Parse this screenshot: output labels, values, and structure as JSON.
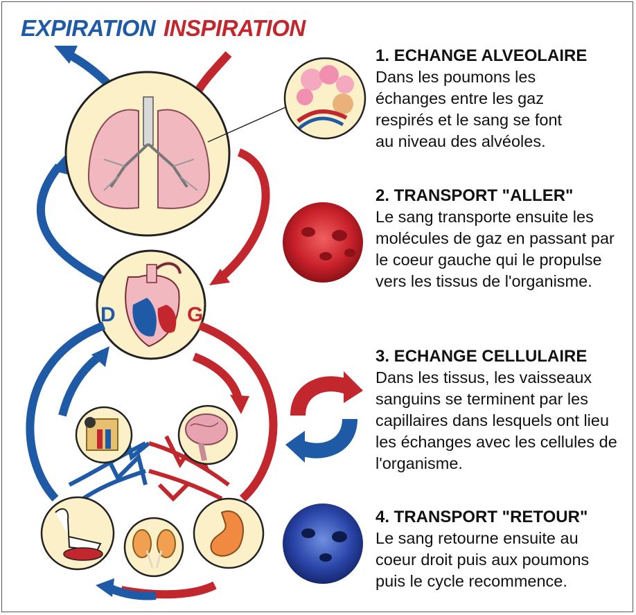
{
  "header": {
    "expiration": "EXPIRATION",
    "inspiration": "INSPIRATION"
  },
  "heart_labels": {
    "left_side": "D",
    "right_side": "G"
  },
  "sections": [
    {
      "title": "1. ECHANGE ALVEOLAIRE",
      "text": "Dans les poumons les échanges entre les gaz respirés et le sang se font au niveau des alvéoles."
    },
    {
      "title": "2. TRANSPORT \"ALLER\"",
      "text": "Le sang transporte ensuite les molécules de gaz en passant par le coeur gauche qui le propulse vers les tissus de l'organisme."
    },
    {
      "title": "3. ECHANGE CELLULAIRE",
      "text": "Dans les tissus, les vaisseaux sanguins se terminent par les capillaires dans lesquels ont lieu les échanges avec les cellules de l'organisme."
    },
    {
      "title": "4. TRANSPORT \"RETOUR\"",
      "text": "Le sang retourne ensuite au coeur droit puis aux poumons puis le cycle recommence."
    }
  ],
  "colors": {
    "blue": "#1f5aa6",
    "red": "#c1272d",
    "cream": "#fbf0c8",
    "lung_pink": "#f2b8c0"
  }
}
